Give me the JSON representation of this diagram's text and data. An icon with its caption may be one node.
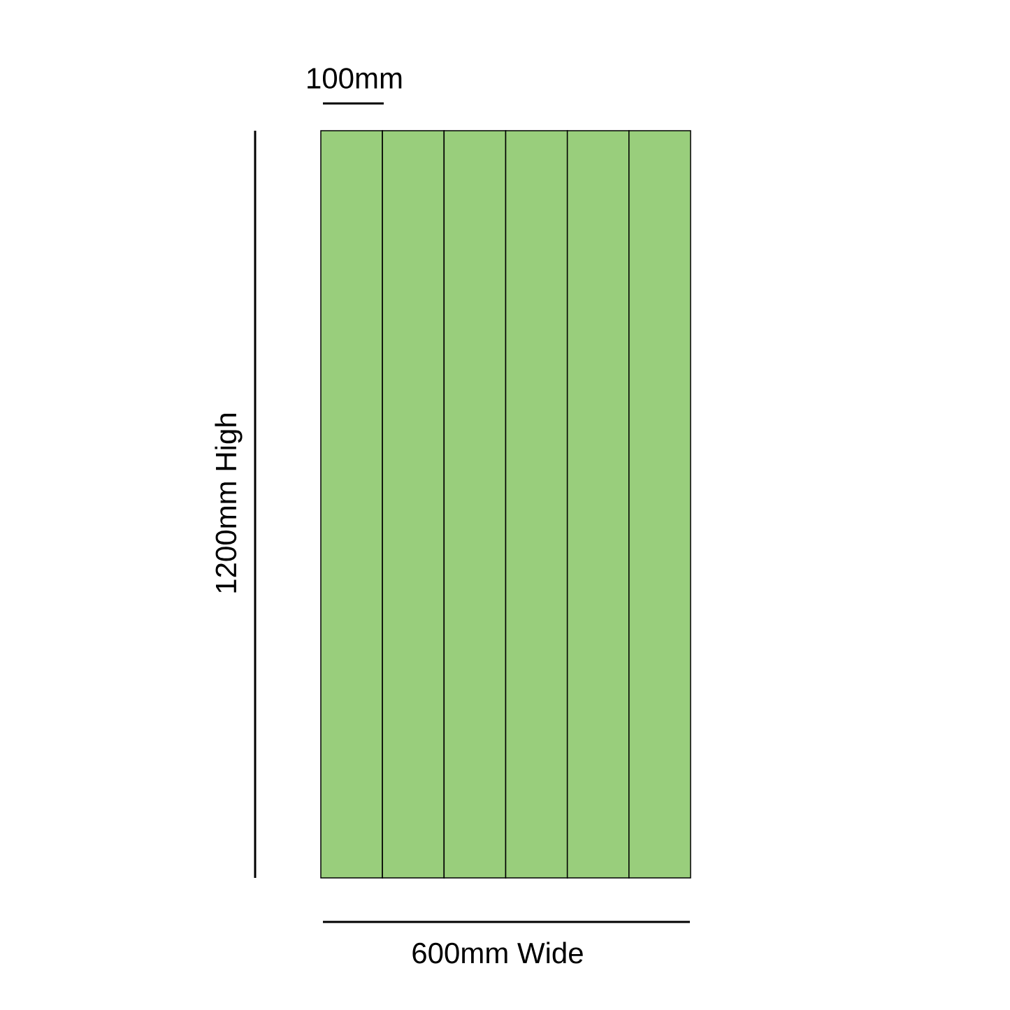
{
  "diagram": {
    "nodes": [
      {
        "text": [],
        "shape": "bar"
      },
      {
        "text": [],
        "shape": "bar"
      },
      {
        "text": [],
        "shape": "bar"
      },
      {
        "text": [],
        "shape": "bar"
      },
      {
        "text": [],
        "shape": "bar"
      },
      {
        "text": [],
        "shape": "bar"
      }
    ],
    "labels": [
      "100mm",
      "1200mm High",
      "600mm Wide"
    ]
  }
}
